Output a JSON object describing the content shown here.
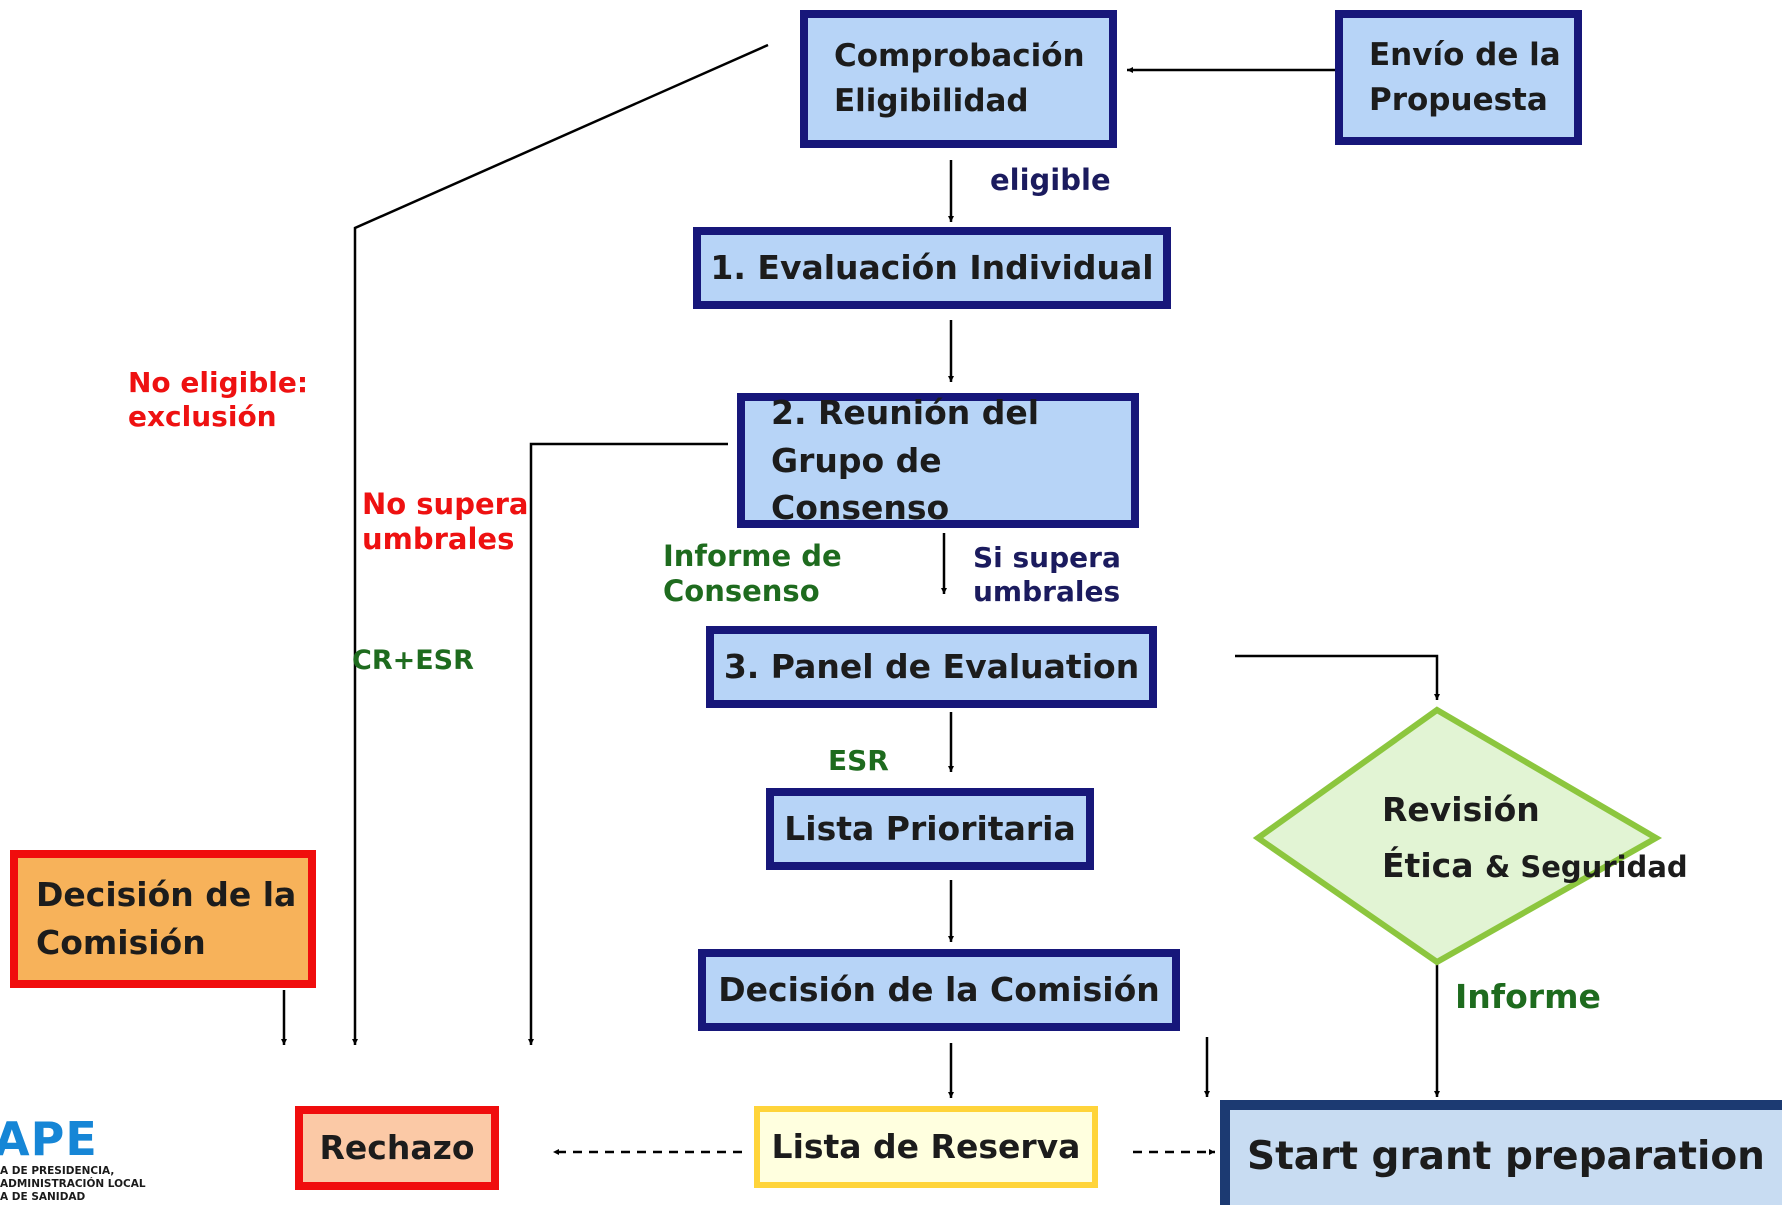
{
  "boxes": {
    "comprobacion": [
      "Comprobación",
      "Eligibilidad"
    ],
    "envio": [
      "Envío de la",
      "Propuesta"
    ],
    "evaluacion": "1. Evaluación Individual",
    "reunion": [
      "2. Reunión del",
      "Grupo de Consenso"
    ],
    "panel": "3. Panel de Evaluation",
    "lista_prioritaria": "Lista Prioritaria",
    "decision_centro": "Decisión de la Comisión",
    "decision_izq": [
      "Decisión de la",
      "Comisión"
    ],
    "rechazo": "Rechazo",
    "reserva": "Lista de Reserva",
    "start": "Start grant preparation"
  },
  "ethics": {
    "line1": "Revisión",
    "line2_main": "Ética",
    "line2_small": "& Seguridad"
  },
  "labels": {
    "eligible": "eligible",
    "no_eligible": [
      "No eligible:",
      "exclusión"
    ],
    "no_supera": [
      "No supera",
      "umbrales"
    ],
    "cr_esr": "CR+ESR",
    "informe_consenso": [
      "Informe de",
      "Consenso"
    ],
    "si_supera": [
      "Si supera",
      "umbrales"
    ],
    "esr": "ESR",
    "informe": "Informe"
  },
  "logo": {
    "text": "APE",
    "lines": [
      "A DE PRESIDENCIA,",
      "ADMINISTRACIÓN LOCAL",
      "A DE SANIDAD"
    ]
  },
  "colors": {
    "box_fill": "#b7d4f7",
    "box_border": "#17177a",
    "reject_border": "#f00d0d",
    "decision_fill": "#f7b25a",
    "reserve_border": "#ffd43a",
    "ethics_border": "#8cc63e",
    "ethics_fill": "#e2f4d4",
    "label_red": "#ee1111",
    "label_green": "#1e6b1e",
    "label_dark": "#1b1b5e",
    "logo_blue": "#1686d6"
  }
}
